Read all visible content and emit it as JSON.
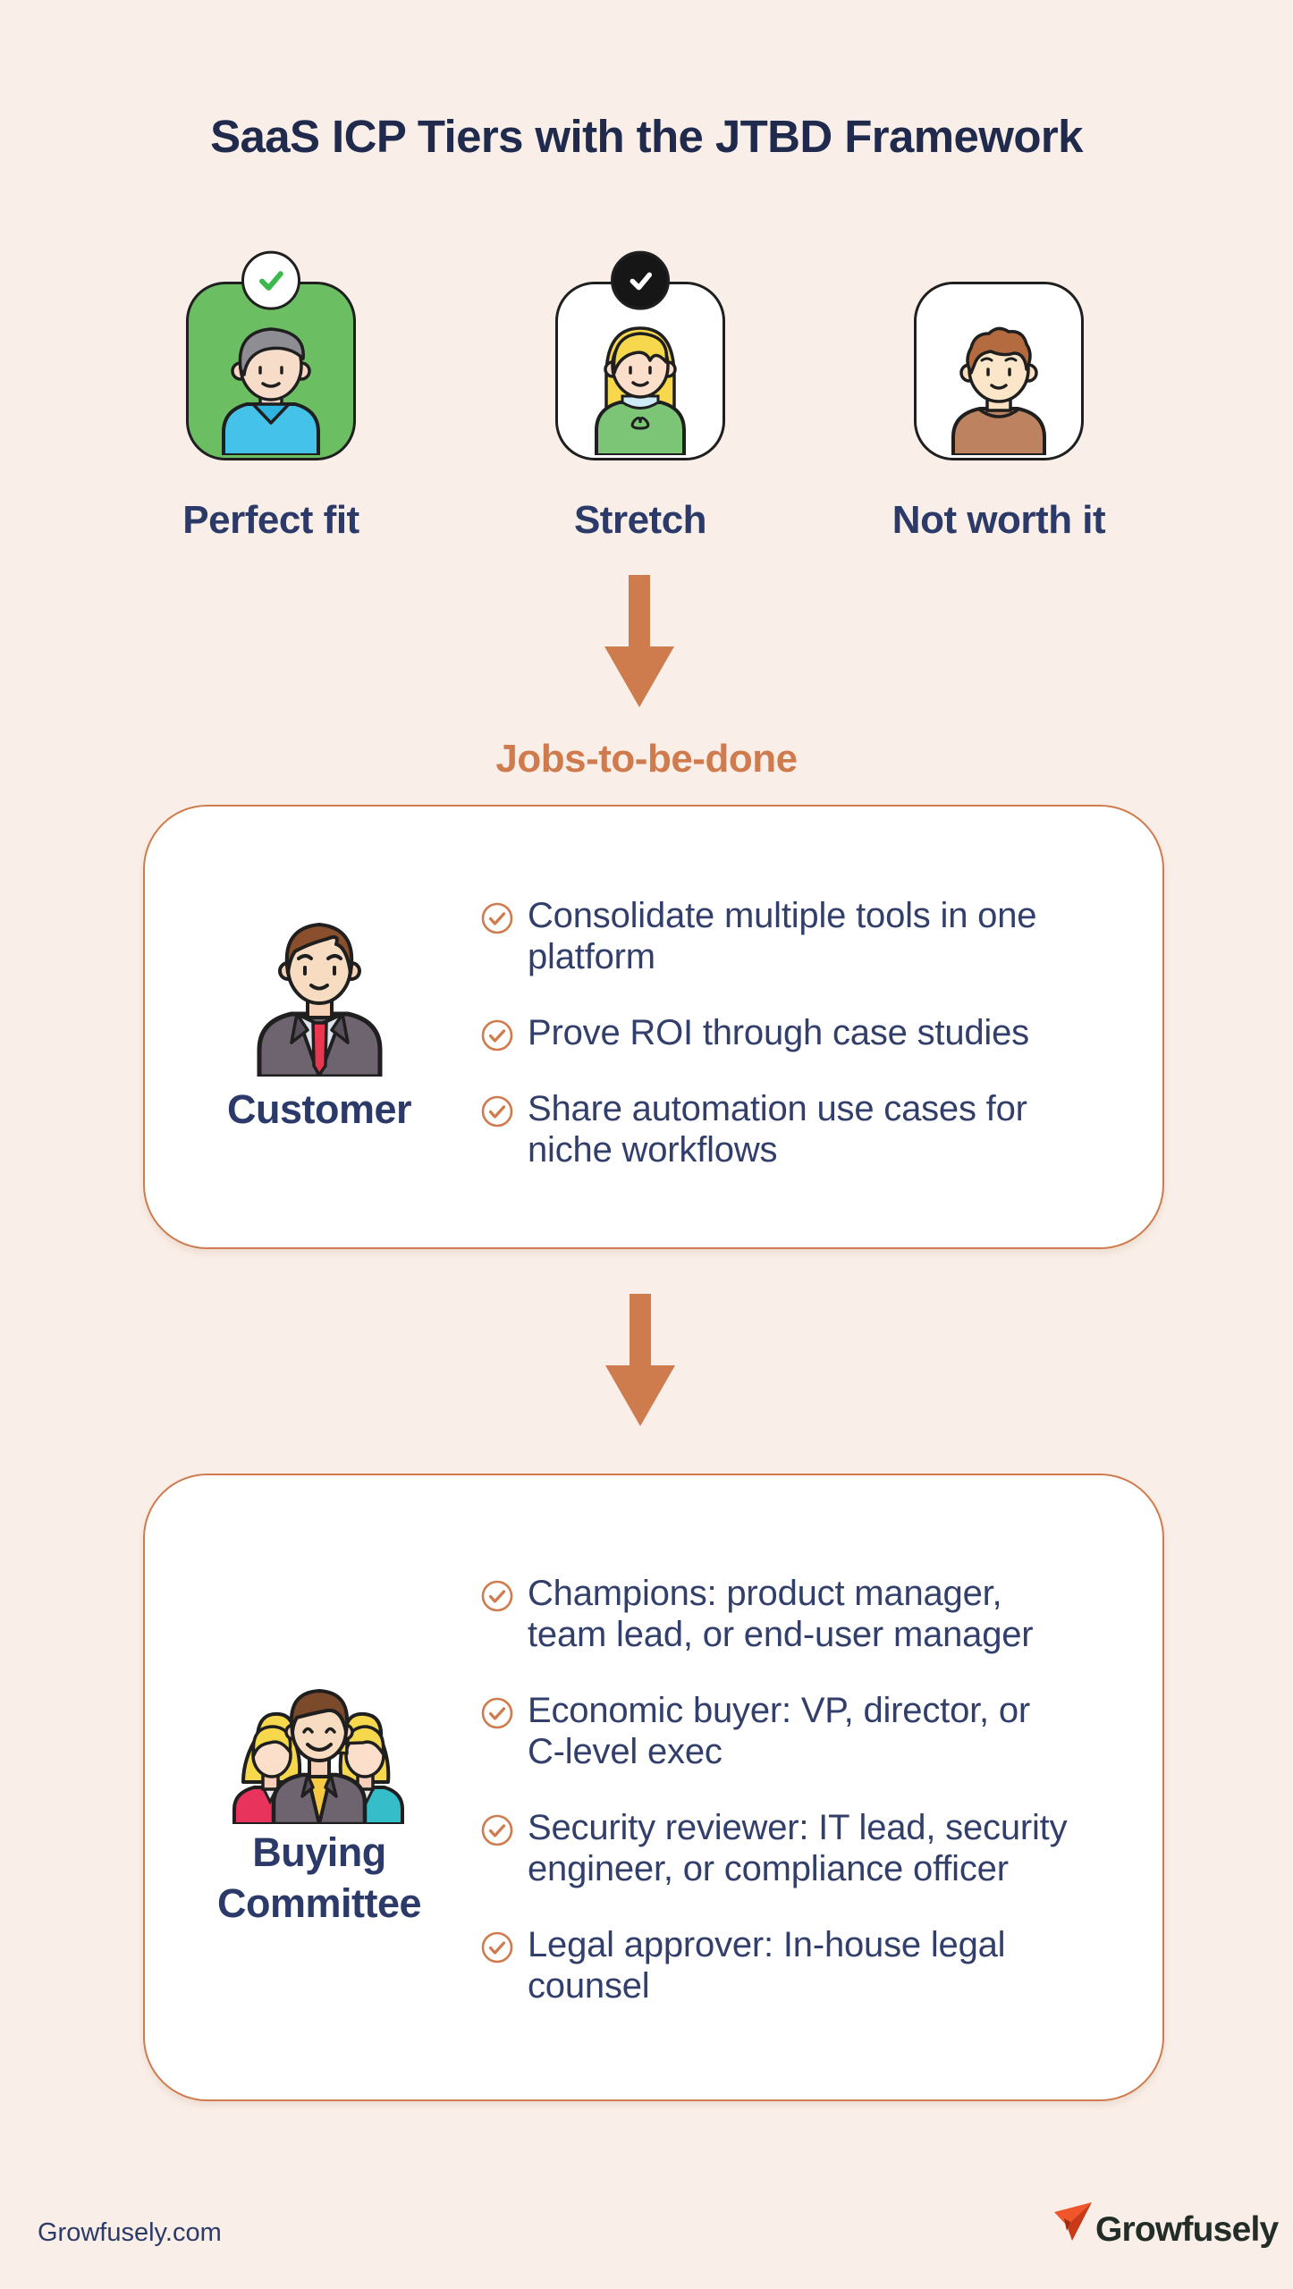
{
  "page": {
    "title": "SaaS ICP Tiers with the JTBD Framework",
    "flow_label": "Jobs-to-be-done"
  },
  "tiers": [
    {
      "label": "Perfect fit",
      "badge_icon": "green-check-badge",
      "avatar_icon": "man-gray-hair-avatar"
    },
    {
      "label": "Stretch",
      "badge_icon": "black-check-badge",
      "avatar_icon": "woman-blonde-avatar"
    },
    {
      "label": "Not worth it",
      "badge_icon": "none",
      "avatar_icon": "man-curly-hair-avatar"
    }
  ],
  "jtbd_panel": {
    "label": "Customer",
    "avatar_icon": "businessman-avatar",
    "items": [
      {
        "lines": [
          "Consolidate multiple tools in one",
          "platform"
        ]
      },
      {
        "lines": [
          "Prove ROI through case studies"
        ]
      },
      {
        "lines": [
          "Share automation use cases for",
          "niche workflows"
        ]
      }
    ]
  },
  "committee_panel": {
    "label": "Buying Committee",
    "avatar_icon": "buying-committee-avatar",
    "items": [
      {
        "lines": [
          "Champions: product manager,",
          "team lead, or end-user manager"
        ]
      },
      {
        "lines": [
          "Economic buyer: VP, director, or",
          "C-level exec"
        ]
      },
      {
        "lines": [
          "Security reviewer: IT lead, security",
          "engineer, or compliance officer"
        ]
      },
      {
        "lines": [
          "Legal approver: In-house legal",
          "counsel"
        ]
      }
    ]
  },
  "footer": {
    "site": "Growfusely.com",
    "brand": "Growfusely"
  },
  "colors": {
    "background": "#FAEFE8",
    "accent_orange": "#CF7B4D",
    "title_navy": "#1F2A4D",
    "body_navy": "#333F6B",
    "green_card": "#6CBE63",
    "badge_green_check": "#3CB94C",
    "badge_black": "#161616",
    "outline_dark": "#1F1F1F",
    "panel_white": "#FFFFFF",
    "logo_red": "#EF4B23"
  }
}
